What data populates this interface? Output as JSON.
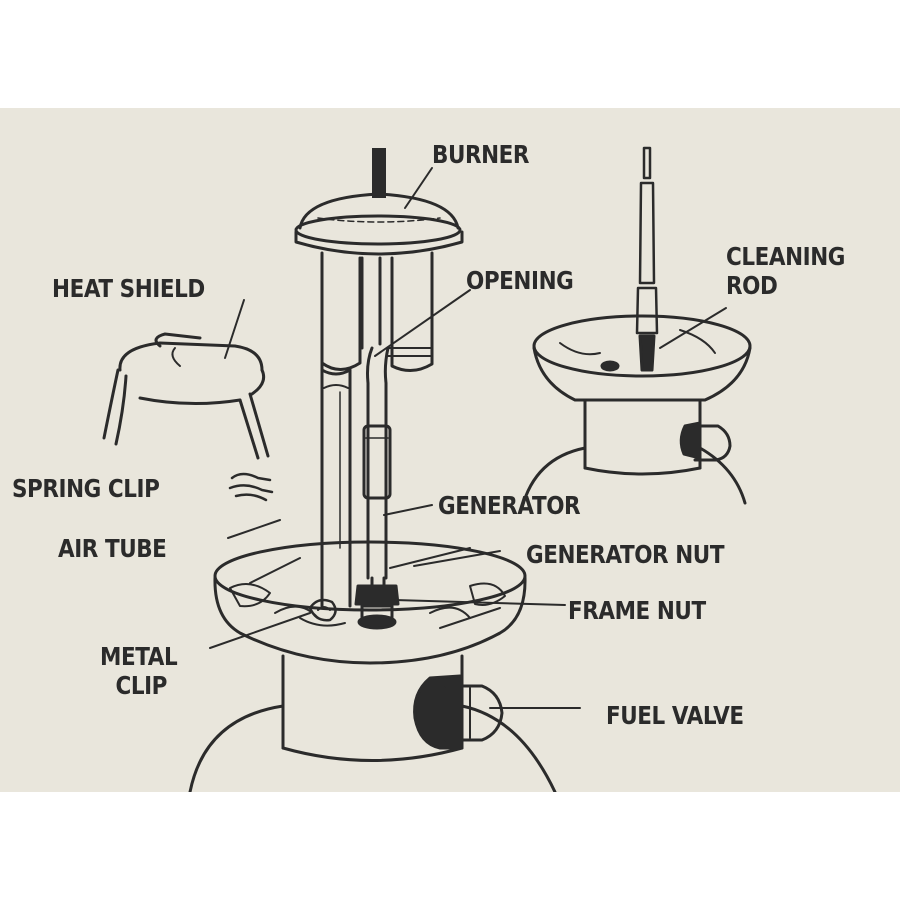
{
  "diagram": {
    "labels": {
      "burner": "BURNER",
      "cleaning_rod_line1": "CLEANING",
      "cleaning_rod_line2": "ROD",
      "heat_shield": "HEAT SHIELD",
      "opening": "OPENING",
      "spring_clip": "SPRING CLIP",
      "generator": "GENERATOR",
      "air_tube": "AIR TUBE",
      "generator_nut": "GENERATOR NUT",
      "frame_nut": "FRAME NUT",
      "metal_clip_line1": "METAL",
      "metal_clip_line2": "CLIP",
      "fuel_valve": "FUEL VALVE"
    },
    "colors": {
      "ink": "#2b2b2b",
      "paper": "#e9e6dc",
      "background": "#ffffff"
    }
  }
}
